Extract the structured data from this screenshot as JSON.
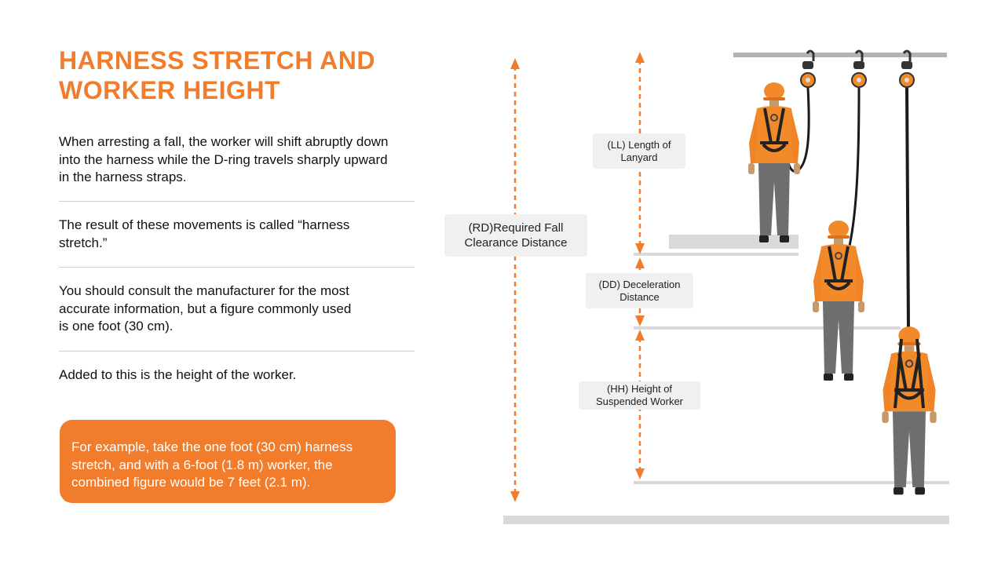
{
  "title": "HARNESS STRETCH AND WORKER HEIGHT",
  "paragraphs": [
    "When arresting a fall, the worker will shift abruptly down into the harness while the D-ring travels sharply upward in the harness straps.",
    "The result of these movements is called “harness stretch.”",
    "You should consult the manufacturer for the most accurate information, but a figure commonly used is one foot (30 cm).",
    "Added to this is the height of the worker."
  ],
  "callout": "For example, take the one foot (30 cm) harness stretch, and with a 6-foot (1.8 m) worker, the combined figure would be 7 feet (2.1 m).",
  "diagram": {
    "labels": {
      "rd": "(RD)Required Fall Clearance Distance",
      "ll": "(LL) Length of Lanyard",
      "dd": "(DD) Deceleration Distance",
      "hh": "(HH) Height of Suspended Worker"
    }
  },
  "colors": {
    "accent": "#f07c2c",
    "platform": "#d9d9d9",
    "hi_vis_shirt": "#f28a2a",
    "pants": "#6e6e6e"
  }
}
